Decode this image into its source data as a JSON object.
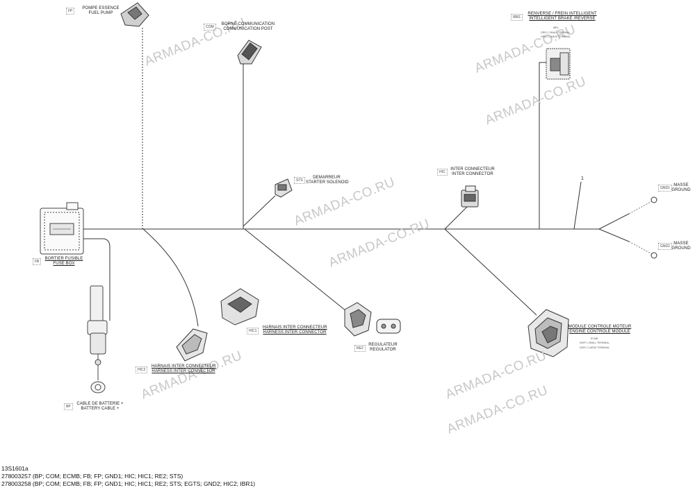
{
  "watermark": "ARMADA-CO.RU",
  "labels": {
    "fp": {
      "code": "FP",
      "l1": "POMPE ESSENCE",
      "l2": "FUEL PUMP"
    },
    "com": {
      "code": "COM",
      "l1": "BORNE COMMUNICATION",
      "l2": "COMMUNICATION POST"
    },
    "ibr1": {
      "code": "IBR1",
      "l1": "RENVERSE / FREIN INTELLIGENT",
      "l2": "INTELLIGENT BRAKE /REVERSE",
      "sub": "IBR1",
      "sub2": "GRIS 1  SMALL TERMINAL",
      "sub3": "GRIS 2  LARGE TERMINAL"
    },
    "sts": {
      "code": "STS",
      "l1": "DEMARREUR",
      "l2": "STARTER SOLENOID"
    },
    "hic": {
      "code": "HIC",
      "l1": "INTER CONNECTEUR",
      "l2": "INTER CONNECTOR"
    },
    "gnd1": {
      "code": "GND1",
      "l1": "MASSE",
      "l2": "GROUND"
    },
    "gnd2": {
      "code": "GND2",
      "l1": "MASSE",
      "l2": "GROUND"
    },
    "fb": {
      "code": "FB",
      "l1": "BORTIER FUSIBLE",
      "l2": "FUSE BOX"
    },
    "hic1": {
      "code": "HIC1",
      "l1": "HARNAIS INTER CONNECTEUR",
      "l2": "HARNESS INTER CONNECTOR"
    },
    "re2": {
      "code": "RE2",
      "l1": "REGULATEUR",
      "l2": "REGULATOR"
    },
    "ecm": {
      "code": "ECMB",
      "l1": "MODULE CONTROLE MOTEUR",
      "l2": "ENGINE CONTROLE MODULE",
      "sub": "ECMB",
      "sub2": "NOIR 1  SMALL TERMINAL",
      "sub3": "NOIR 2  LARGE TERMINAL"
    },
    "hic2": {
      "code": "HIC2",
      "l1": "HARNAIS INTER CONNECTEUR",
      "l2": "HARNESS INTER CONNECTOR"
    },
    "bp": {
      "code": "BP",
      "l1": "CABLE DE BATTERIE +",
      "l2": "BATTERY CABLE +"
    }
  },
  "item_number": "1",
  "footer": {
    "ref": "13S1601a",
    "line1": "278003257 (BP; COM; ECMB; FB; FP; GND1; HIC; HIC1; RE2; STS)",
    "line2": "278003258 (BP; COM; ECMB; FB; FP; GND1; HIC; HIC1; RE2; STS; EGTS; GND2; HIC2; IBR1)"
  }
}
